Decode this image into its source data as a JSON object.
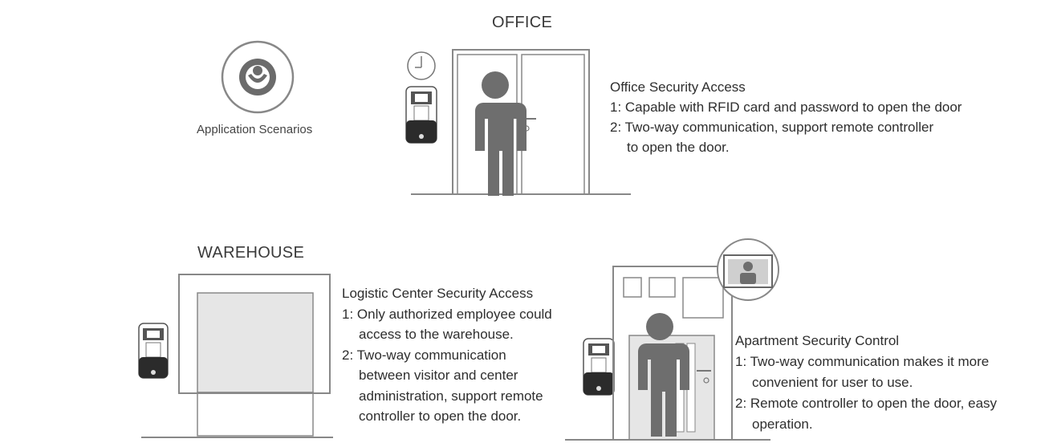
{
  "app_scenarios": {
    "label": "Application Scenarios",
    "icon": "application-scenarios-icon"
  },
  "office": {
    "title": "OFFICE",
    "heading": "Office Security Access",
    "lines": [
      "1: Capable with RFID card and password to open the door",
      "2: Two-way communication, support remote controller",
      "to open the door."
    ]
  },
  "warehouse": {
    "title": "WAREHOUSE",
    "heading": "Logistic Center Security Access",
    "lines": [
      "1: Only authorized employee could",
      "access to the warehouse.",
      "2: Two-way communication",
      "between visitor and center",
      "administration, support remote",
      "controller to open the door."
    ]
  },
  "apartment": {
    "heading": "Apartment Security Control",
    "lines": [
      "1: Two-way communication makes it more",
      "convenient for user to use.",
      "2: Remote controller to open the door, easy",
      "operation."
    ]
  },
  "colors": {
    "line": "#888888",
    "person": "#6e6e6e",
    "panel_fill": "#e8e8e8"
  }
}
